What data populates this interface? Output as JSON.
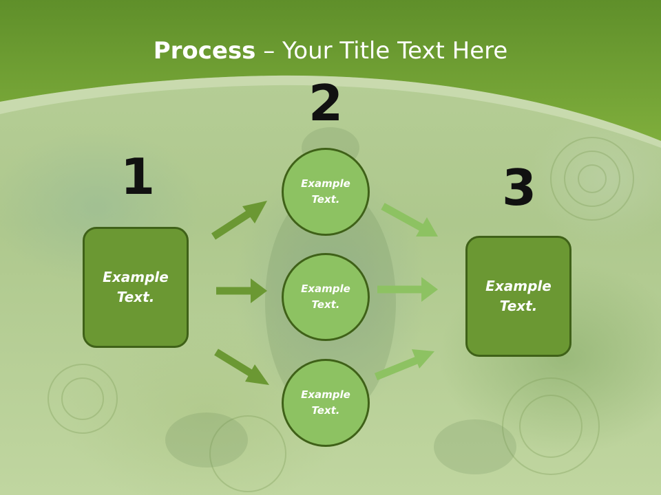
{
  "title": {
    "bold": "Process",
    "rest": " – Your Title Text Here"
  },
  "steps": {
    "one": "1",
    "two": "2",
    "three": "3"
  },
  "nodes": {
    "left_box": "Example\nText.",
    "circle_top": "Example\nText.",
    "circle_middle": "Example\nText.",
    "circle_bottom": "Example\nText.",
    "right_box": "Example\nText."
  },
  "colors": {
    "header_green": "#6f9e2f",
    "box_fill": "#6b9833",
    "circle_fill": "#8dc262",
    "dark_arrow": "#6b9833",
    "light_arrow": "#8dc262",
    "outline": "#3f6118"
  }
}
